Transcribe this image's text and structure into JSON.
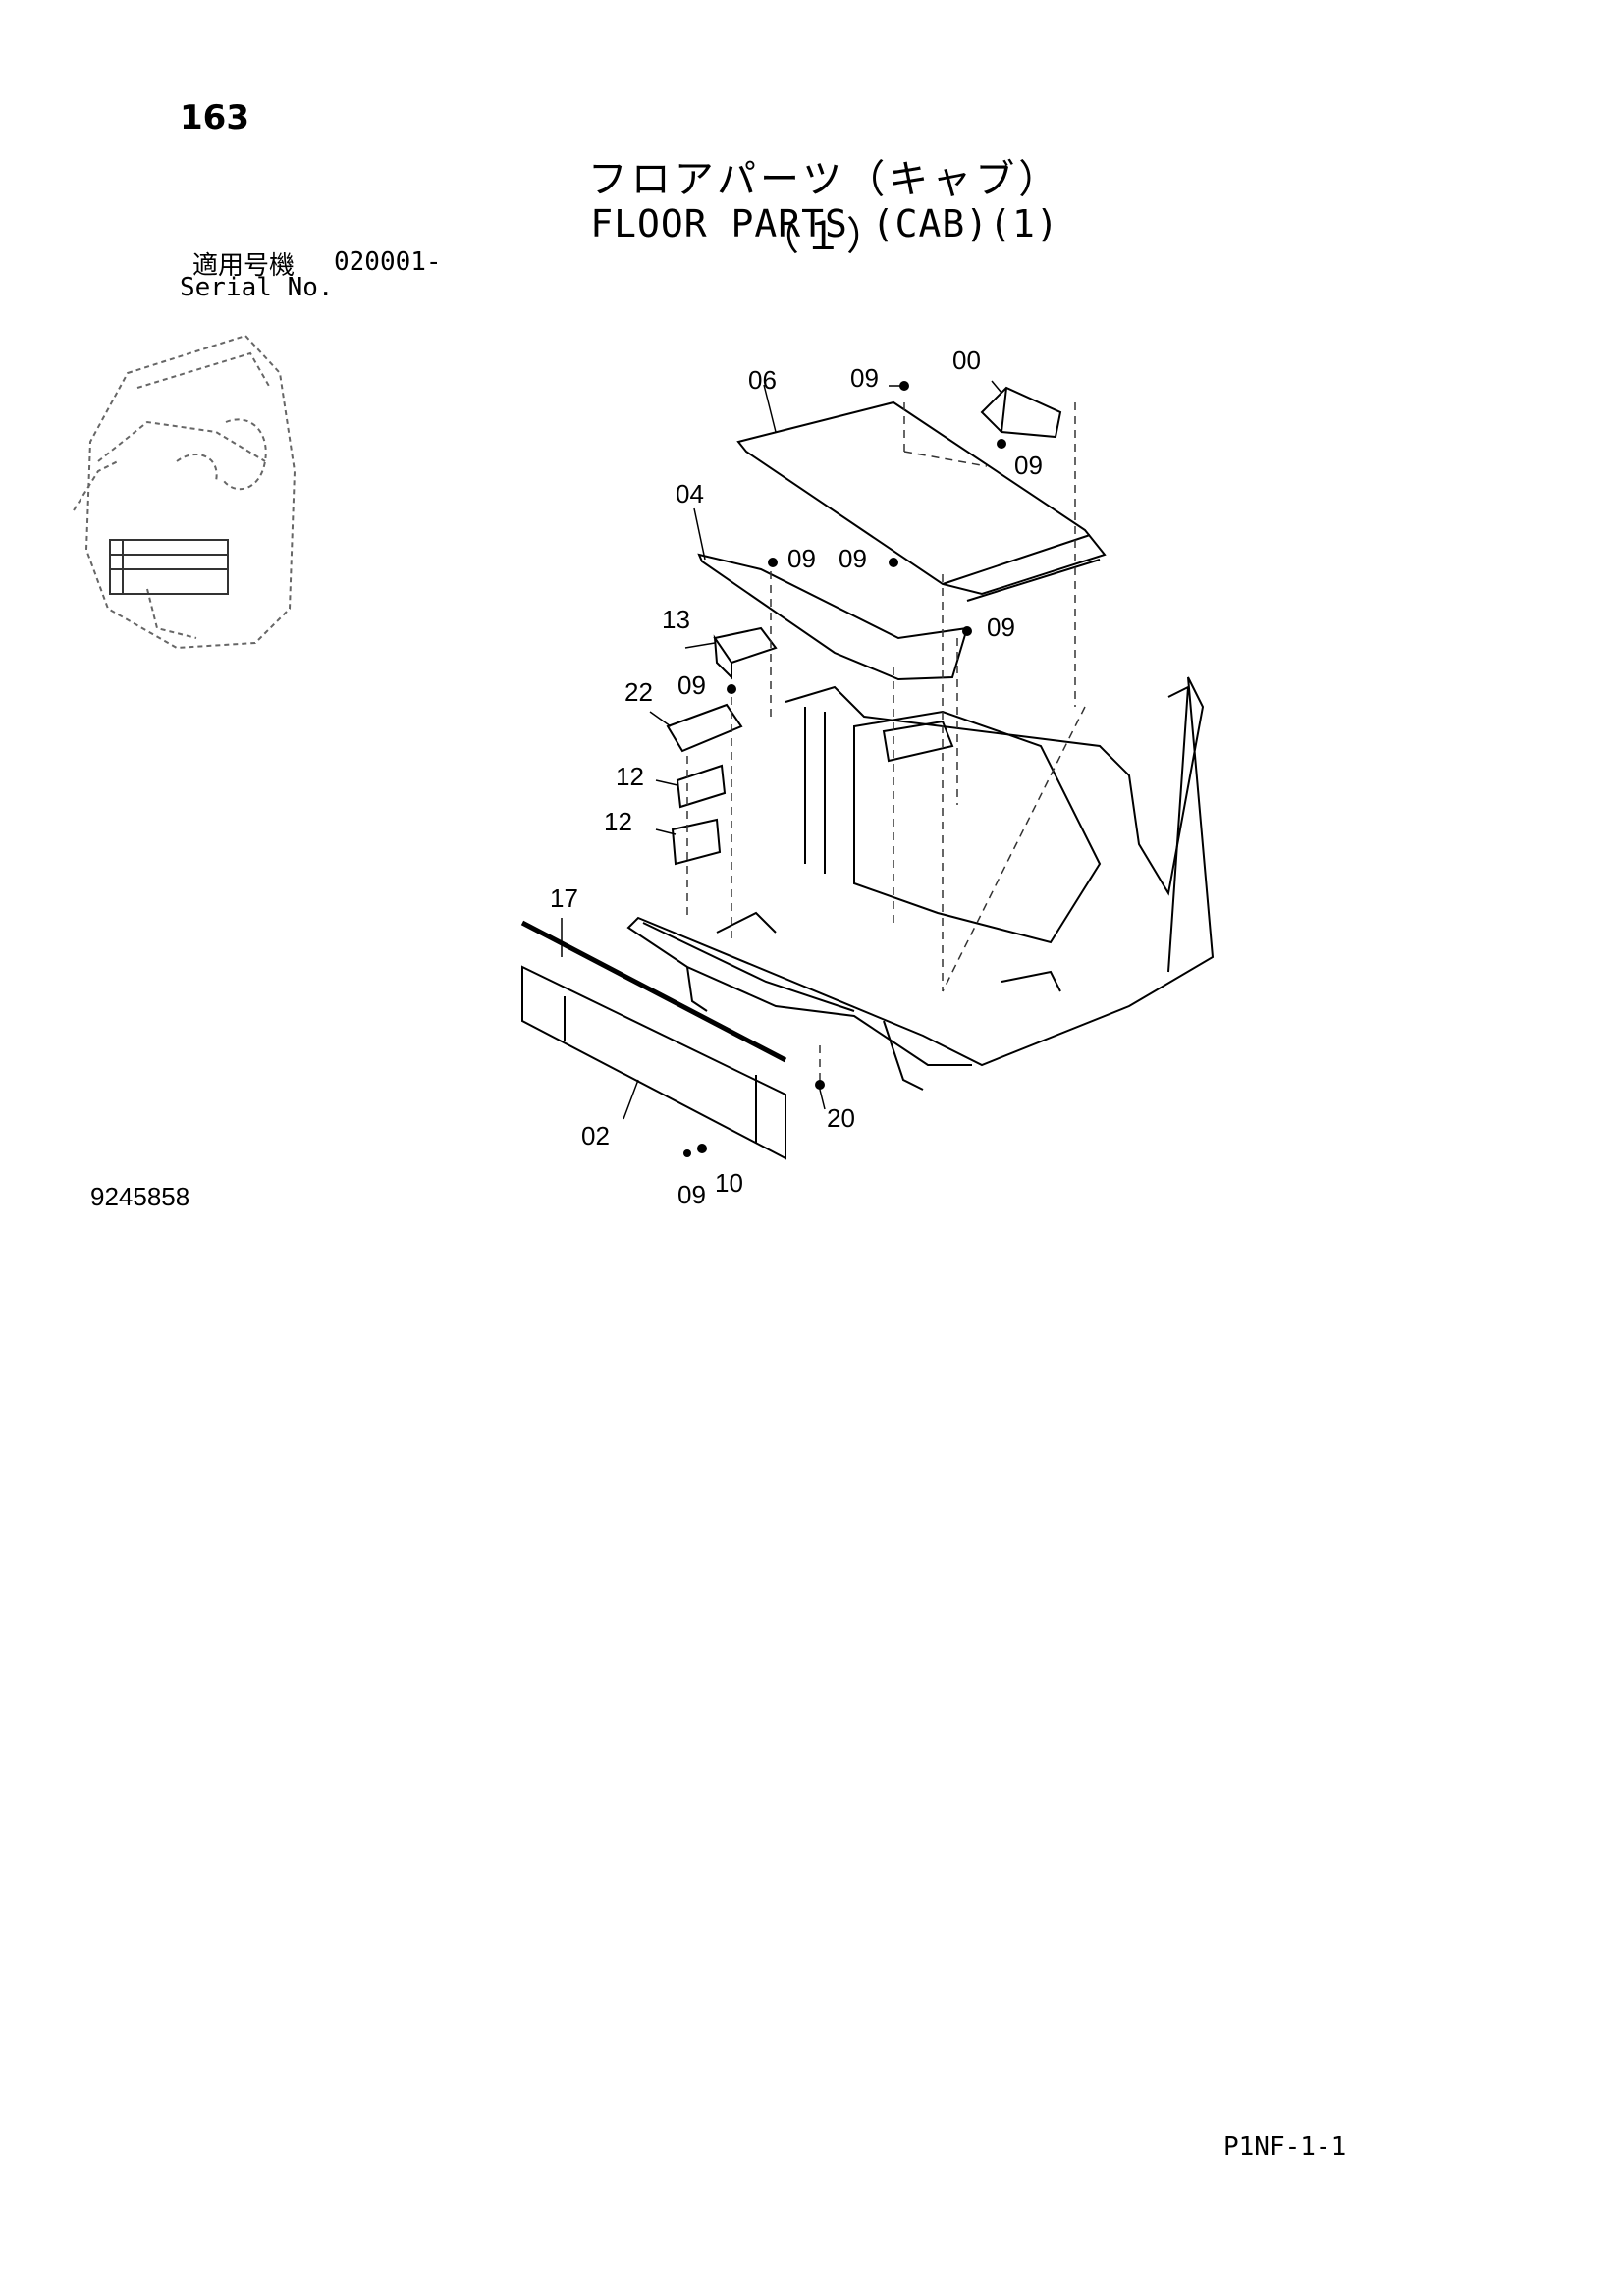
{
  "header": {
    "page_number": "163",
    "title_jp": "フロアパーツ（キャブ）（１）",
    "title_en": "FLOOR PARTS (CAB)(1)",
    "serial_label_jp": "適用号機",
    "serial_value": "020001-",
    "serial_label_en": "Serial No."
  },
  "callouts": {
    "c00": "00",
    "c02": "02",
    "c04": "04",
    "c06": "06",
    "c09a": "09",
    "c09b": "09",
    "c09c": "09",
    "c09d": "09",
    "c09e": "09",
    "c09f": "09",
    "c09g": "09",
    "c10": "10",
    "c12a": "12",
    "c12b": "12",
    "c13": "13",
    "c17": "17",
    "c20": "20",
    "c22": "22"
  },
  "footer": {
    "document_number": "9245858",
    "page_code": "P1NF-1-1"
  }
}
